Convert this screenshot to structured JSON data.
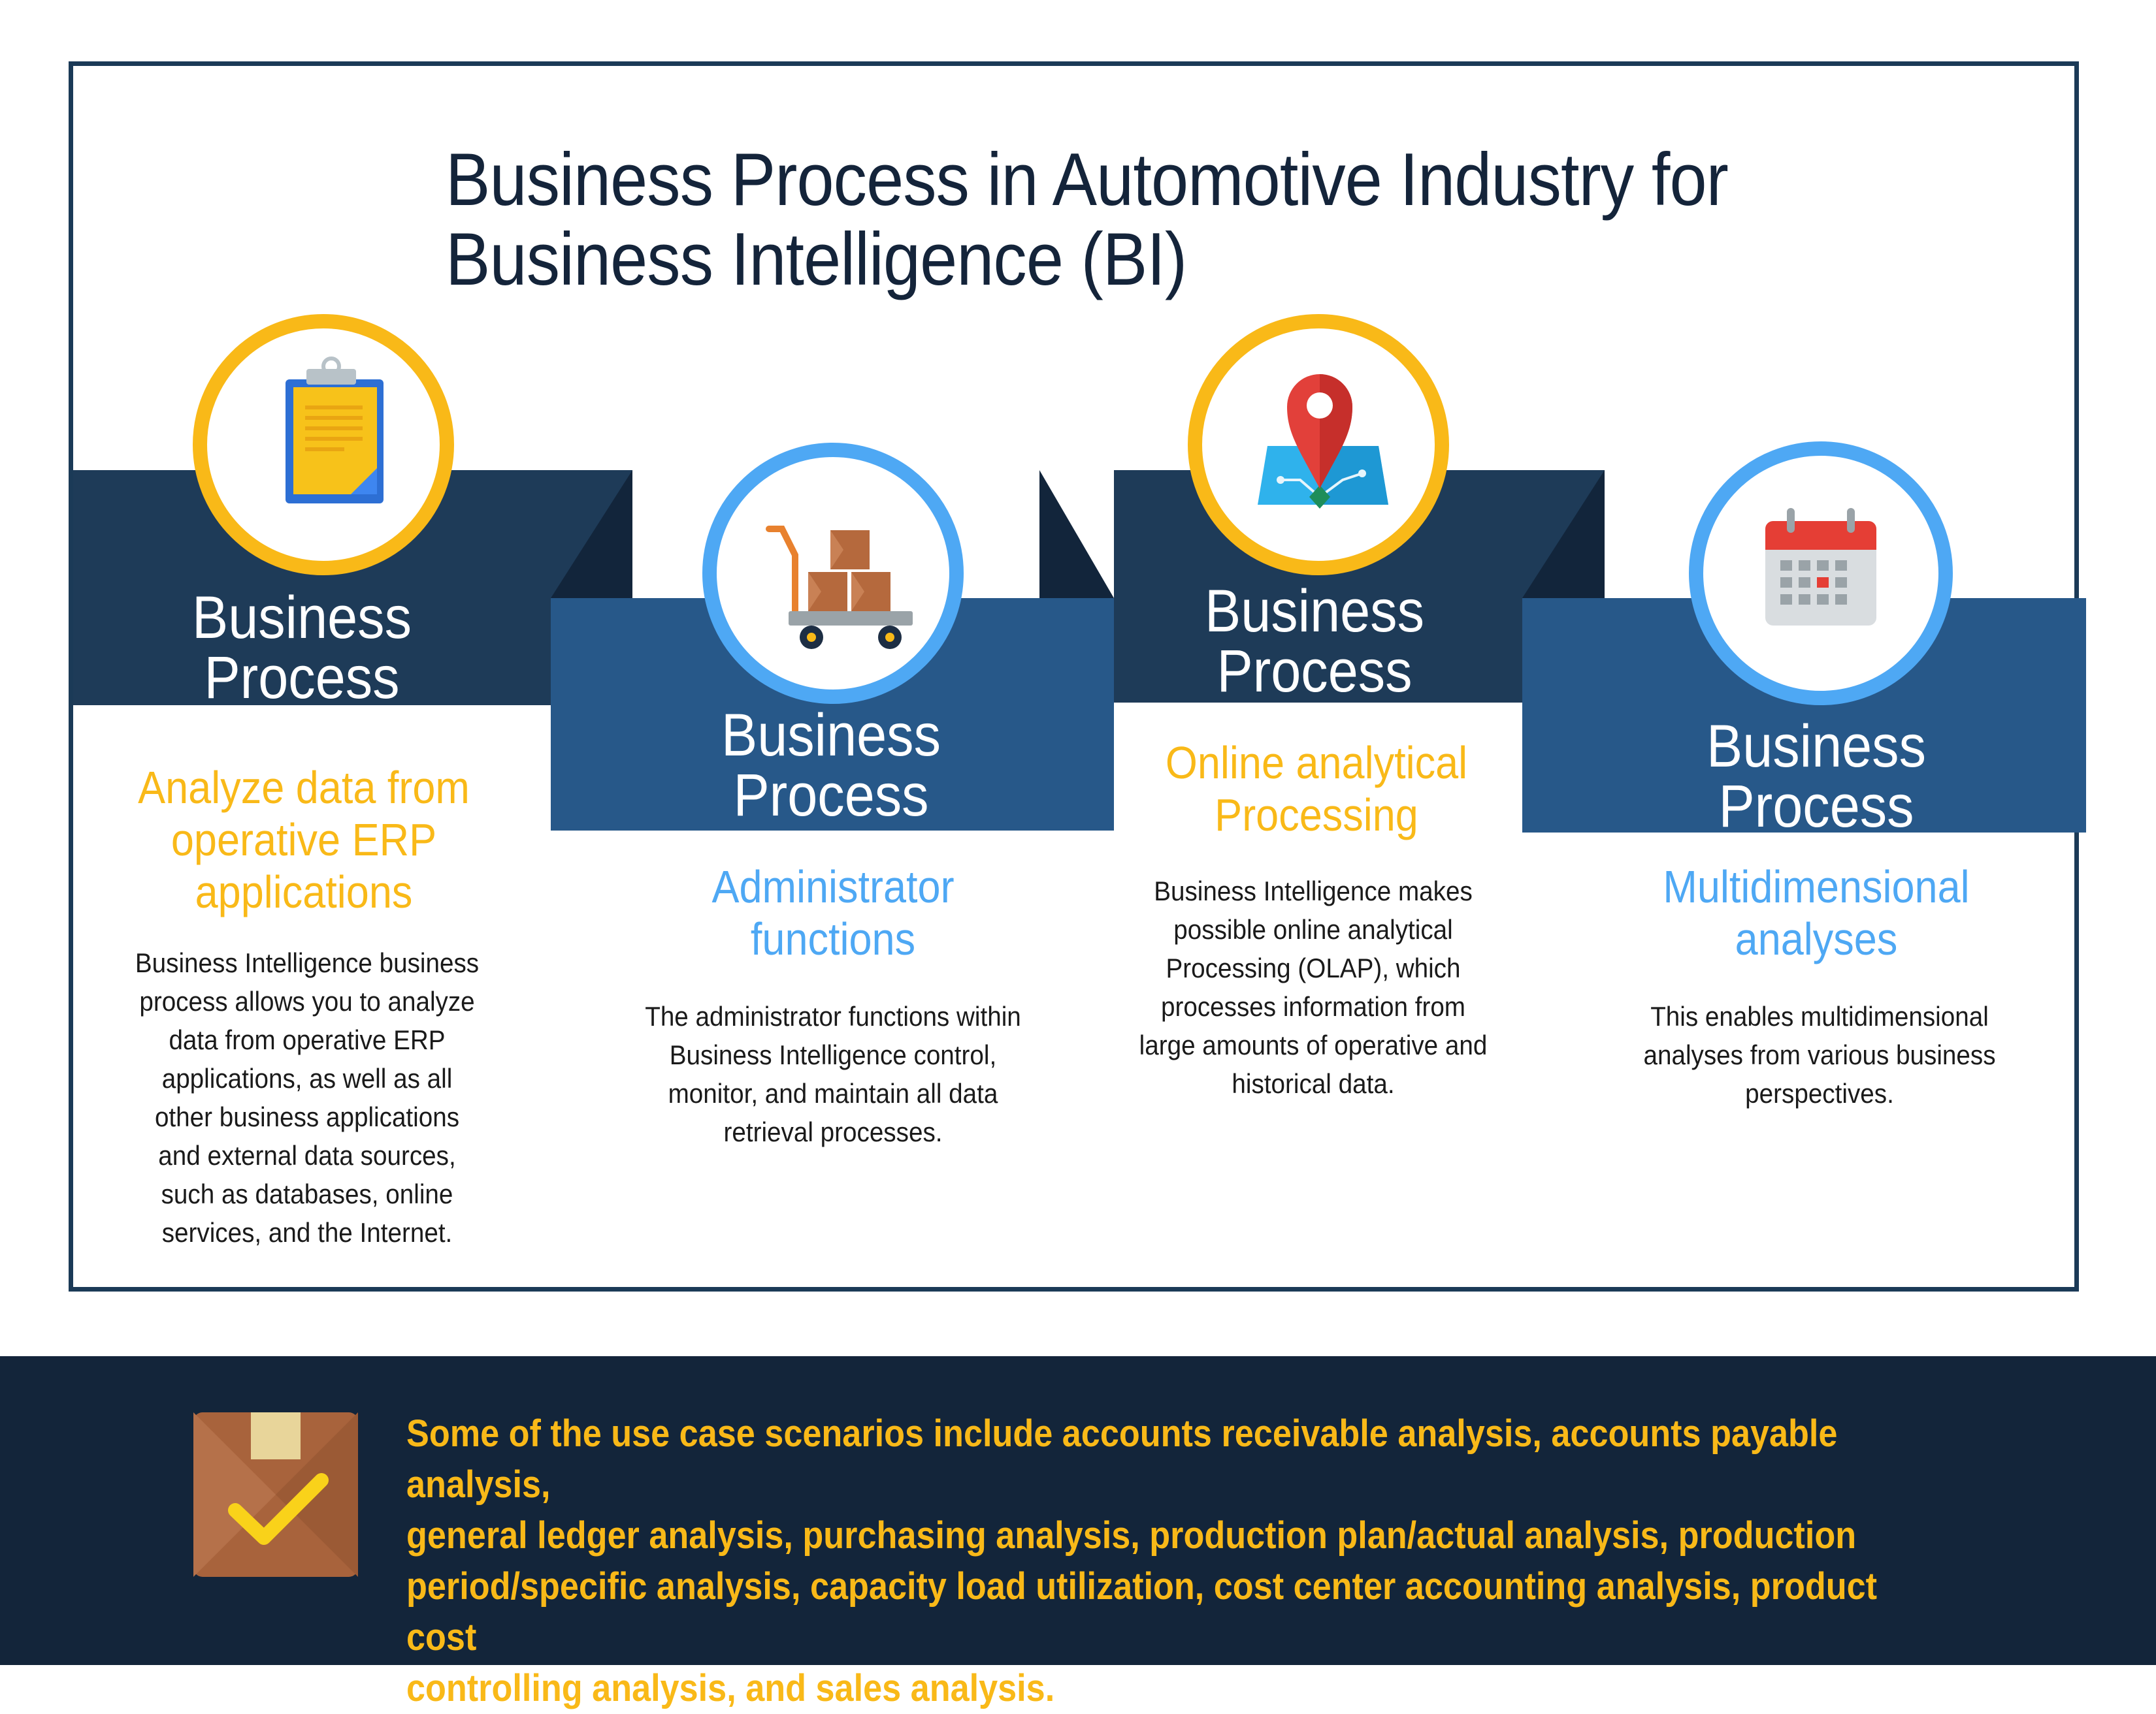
{
  "title": {
    "line1": "Business Process in Automotive Industry for",
    "line2": "Business Intelligence (BI)"
  },
  "steps": [
    {
      "banner_line1": "Business",
      "banner_line2": "Process",
      "heading_lines": [
        "Analyze data from",
        "operative ERP",
        "applications"
      ],
      "heading_color": "#f9b918",
      "icon": "clipboard-icon",
      "description_lines": [
        "Business Intelligence business",
        "process allows you to analyze",
        "data from operative ERP",
        "applications, as well as all",
        "other business applications",
        "and external data sources,",
        "such as databases, online",
        "services, and the Internet."
      ]
    },
    {
      "banner_line1": "Business",
      "banner_line2": "Process",
      "heading_lines": [
        "Administrator",
        "functions"
      ],
      "heading_color": "#4ea8f4",
      "icon": "cart-boxes-icon",
      "description_lines": [
        "The administrator functions within",
        "Business Intelligence control,",
        "monitor, and maintain all data",
        "retrieval processes."
      ]
    },
    {
      "banner_line1": "Business",
      "banner_line2": "Process",
      "heading_lines": [
        "Online analytical",
        "Processing"
      ],
      "heading_color": "#f9b918",
      "icon": "map-pin-icon",
      "description_lines": [
        "Business Intelligence makes",
        "possible online analytical",
        "Processing (OLAP), which",
        "processes information from",
        "large amounts of operative and",
        "historical data."
      ]
    },
    {
      "banner_line1": "Business",
      "banner_line2": "Process",
      "heading_lines": [
        "Multidimensional",
        "analyses"
      ],
      "heading_color": "#4ea8f4",
      "icon": "calendar-icon",
      "description_lines": [
        "This enables multidimensional",
        "analyses from various business",
        "perspectives."
      ]
    }
  ],
  "footer": {
    "icon": "checked-box-icon",
    "text_lines": [
      "Some of the use case scenarios include accounts receivable analysis, accounts payable analysis,",
      "general ledger analysis, purchasing analysis, production plan/actual analysis, production",
      "period/specific analysis, capacity load utilization, cost center accounting analysis, product cost",
      "controlling analysis, and sales analysis."
    ]
  },
  "colors": {
    "navy": "#1b3a57",
    "band_dark": "#1e3b58",
    "band_mid": "#275889",
    "fold": "#12253b",
    "yellow": "#f9b918",
    "blue": "#4ea8f4",
    "footer_bg": "#13253a"
  }
}
